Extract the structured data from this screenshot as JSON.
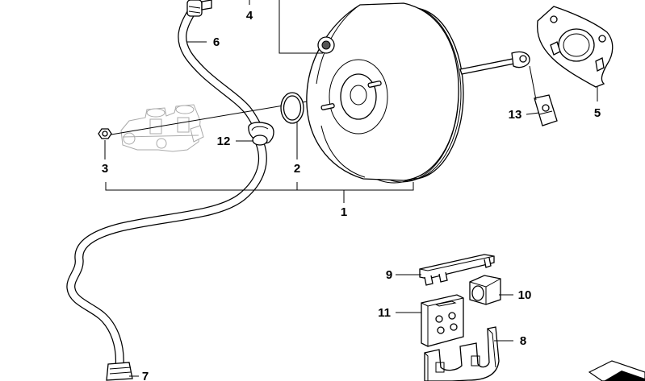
{
  "labels": {
    "p1": "1",
    "p2": "2",
    "p3": "3",
    "p4": "4",
    "p5": "5",
    "p6": "6",
    "p7": "7",
    "p8": "8",
    "p9": "9",
    "p10": "10",
    "p11": "11",
    "p12": "12",
    "p13": "13"
  }
}
